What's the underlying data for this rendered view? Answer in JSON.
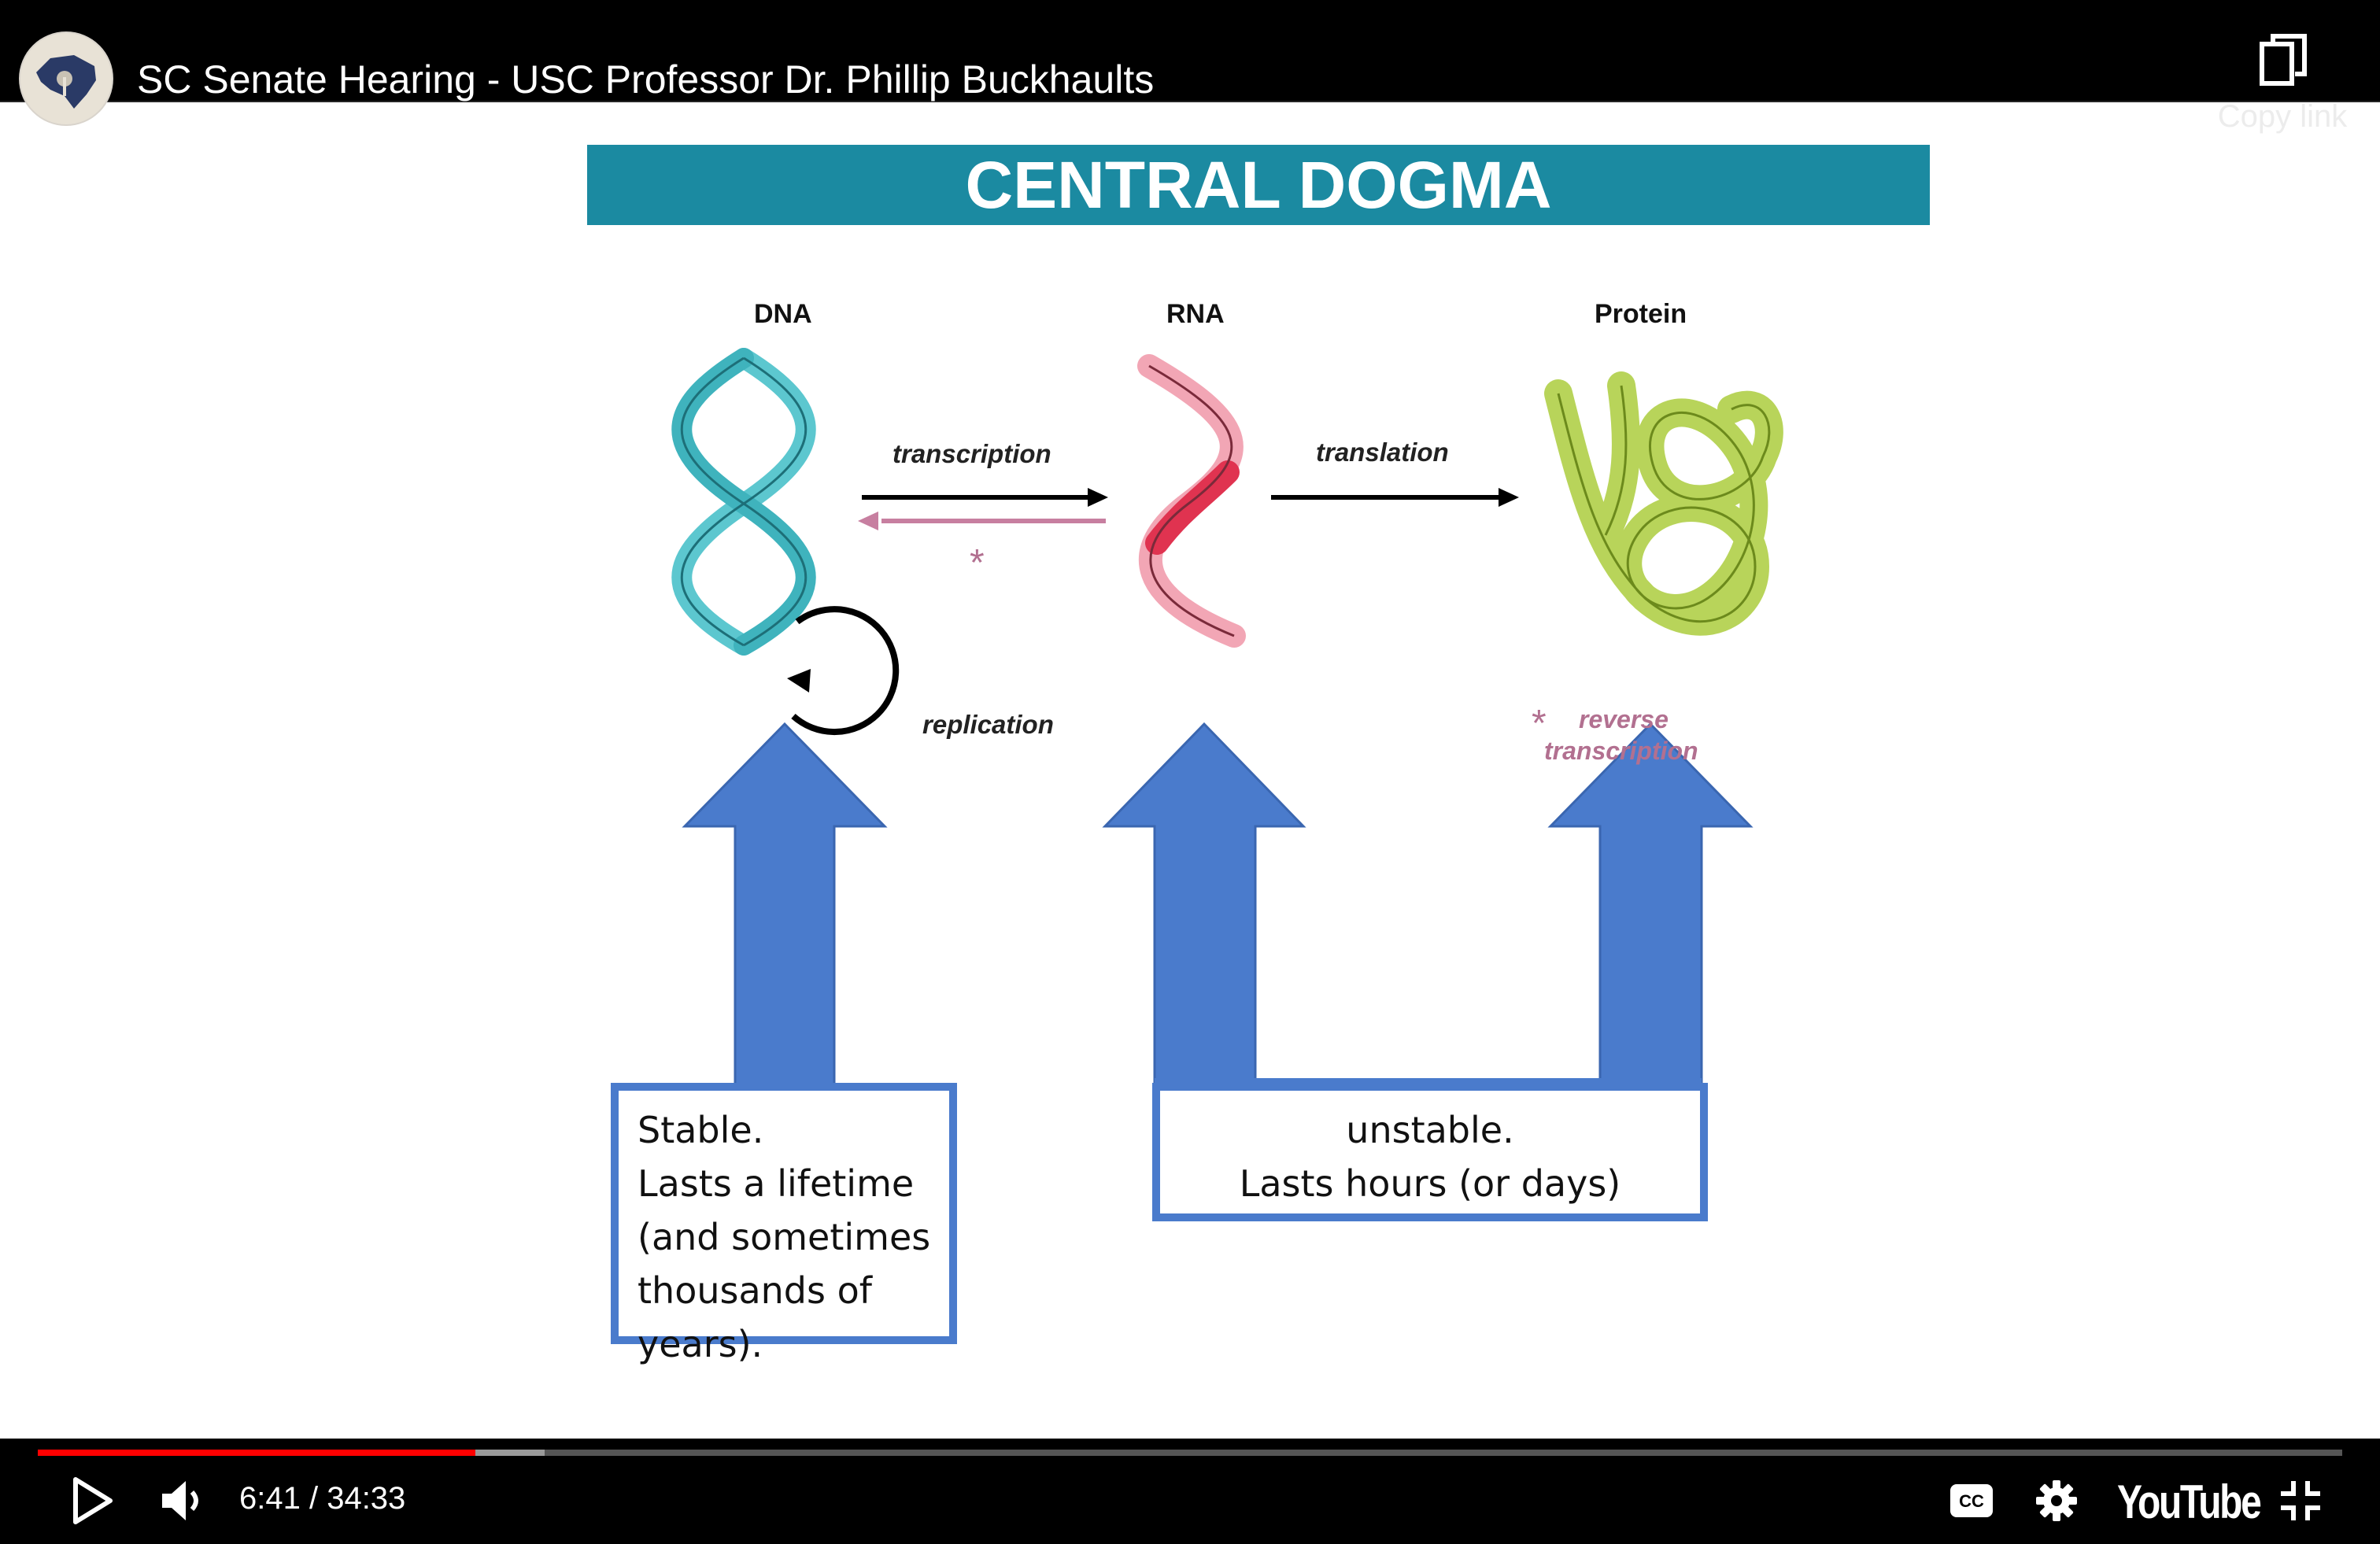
{
  "header": {
    "title": "SC Senate Hearing - USC Professor Dr. Phillip Buckhaults",
    "copy_link_label": "Copy link",
    "channel_avatar_icon": "south-carolina-seal-icon",
    "copy_icon": "copy-icon"
  },
  "slide": {
    "title": "CENTRAL DOGMA",
    "molecules": [
      "DNA",
      "RNA",
      "Protein"
    ],
    "processes": {
      "transcription": "transcription",
      "translation": "translation",
      "replication": "replication",
      "reverse_transcription_line1": "reverse",
      "reverse_transcription_line2": "transcription",
      "star": "*"
    },
    "stable_box": [
      "Stable.",
      "Lasts a lifetime",
      "(and sometimes",
      "thousands of",
      "years)."
    ],
    "unstable_box": [
      "unstable.",
      "Lasts hours (or days)"
    ],
    "colors": {
      "title_bar": "#1b8aa1",
      "arrow_blue": "#4a7bcc",
      "dna_teal": "#5cc7cf",
      "rna_pink": "#f2a6b5",
      "rna_red": "#e03350",
      "protein_green": "#b8d45a",
      "reverse_mauve": "#b27090"
    }
  },
  "controls": {
    "time_current": "6:41",
    "time_separator": " / ",
    "time_total": "34:33",
    "played_fraction": 0.19,
    "buffered_fraction": 0.22,
    "play_icon": "play-icon",
    "volume_icon": "volume-icon",
    "captions_icon": "captions-icon",
    "settings_icon": "settings-gear-icon",
    "logo_text": "YouTube",
    "exit_fullscreen_icon": "exit-fullscreen-icon",
    "progress_color": "#ff0000"
  }
}
